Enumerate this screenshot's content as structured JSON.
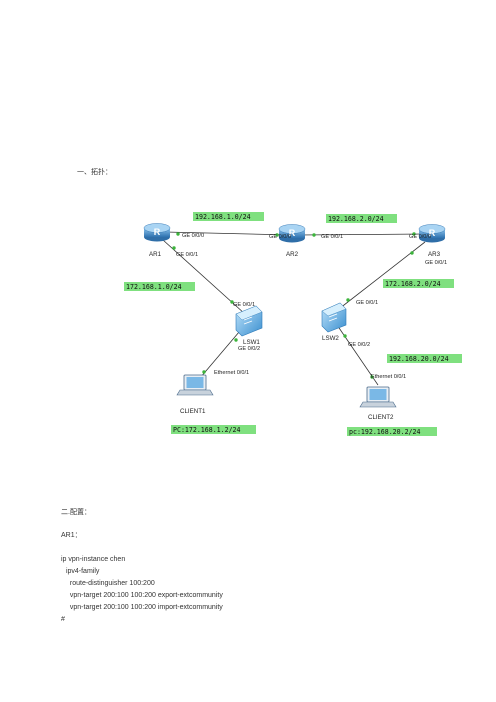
{
  "section1": "一、拓扑：",
  "section2": "二.配置：",
  "config_device": "AR1：",
  "config_lines": [
    "ip vpn-instance chen",
    " ipv4-family",
    "  route-distinguisher 100:200",
    "  vpn-target 200:100 100:200 export-extcommunity",
    "  vpn-target 200:100 100:200 import-extcommunity",
    "#"
  ],
  "devices": {
    "ar1": "AR1",
    "ar2": "AR2",
    "ar3": "AR3",
    "lsw1": "LSW1",
    "lsw2": "LSW2",
    "client1": "CLIENT1",
    "client2": "CLIENT2"
  },
  "ports": {
    "ar1_ge000": "GE 0/0/0",
    "ar1_ge001": "GE 0/0/1",
    "ar2_ge000": "GE 0/0/0",
    "ar2_ge001": "GE 0/0/1",
    "ar3_ge000": "GE 0/0/0",
    "ar3_ge001": "GE 0/0/1",
    "lsw1_ge001": "GE 0/0/1",
    "lsw1_ge002": "GE 0/0/2",
    "lsw2_ge001": "GE 0/0/1",
    "lsw2_ge002": "GE 0/0/2",
    "client1_eth": "Ethernet 0/0/1",
    "client2_eth": "Ethernet 0/0/1"
  },
  "networks": {
    "net_ar1_ar2": "192.168.1.0/24",
    "net_ar2_ar3": "192.168.2.0/24",
    "net_ar1_lsw1": "172.168.1.0/24",
    "net_ar3_lsw2": "172.168.2.0/24",
    "net_lsw2_client2": "192.168.20.0/24",
    "pc_client1": "PC:172.168.1.2/24",
    "pc_client2": "pc:192.168.20.2/24"
  },
  "colors": {
    "label_bg": "#7fe07f",
    "router_fill": "#4a90c8",
    "switch_fill": "#5aa8dc",
    "port_dot": "#3cb43c"
  }
}
